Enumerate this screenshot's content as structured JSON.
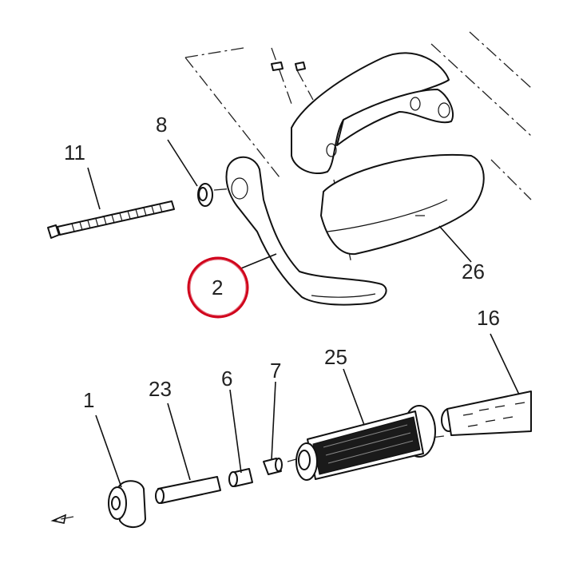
{
  "diagram": {
    "labels": {
      "p1": "1",
      "p2": "2",
      "p6": "6",
      "p7": "7",
      "p8": "8",
      "p11": "11",
      "p16": "16",
      "p23": "23",
      "p25": "25",
      "p26": "26"
    },
    "highlight": {
      "part": "2",
      "color": "#d0021b"
    }
  }
}
